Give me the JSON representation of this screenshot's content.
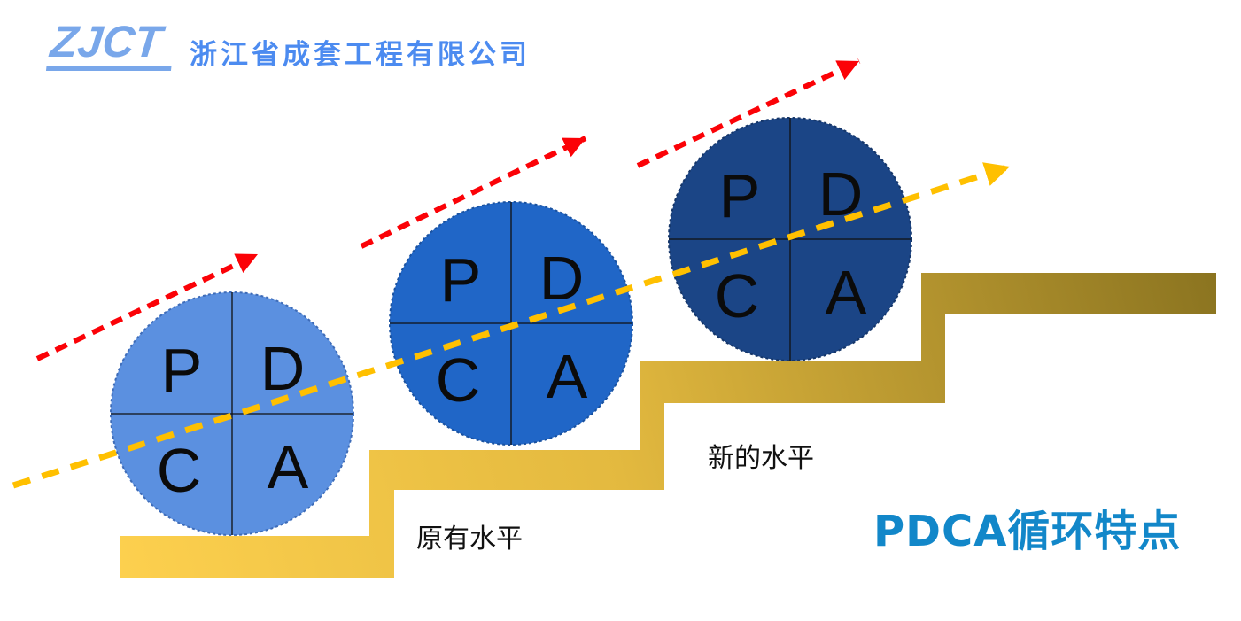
{
  "logo": {
    "abbr": "ZJCT",
    "company": "浙江省成套工程有限公司"
  },
  "heading": {
    "title": "PDCA循环特点",
    "color": "#1287C9"
  },
  "levels": {
    "original": "原有水平",
    "new": "新的水平"
  },
  "cycles": [
    {
      "id": "cycle-1",
      "fill": "#5B90E0",
      "border": "#3E6CB8",
      "quadrants": {
        "p": "P",
        "d": "D",
        "c": "C",
        "a": "A"
      }
    },
    {
      "id": "cycle-2",
      "fill": "#2066C7",
      "border": "#1A52A0",
      "quadrants": {
        "p": "P",
        "d": "D",
        "c": "C",
        "a": "A"
      }
    },
    {
      "id": "cycle-3",
      "fill": "#1B4586",
      "border": "#153669",
      "quadrants": {
        "p": "P",
        "d": "D",
        "c": "C",
        "a": "A"
      }
    }
  ],
  "arrows": {
    "red_color": "#FB0207",
    "yellow_color": "#FFC000"
  },
  "stairs": {
    "gradient_start": "#FDD04E",
    "gradient_end": "#8B7420"
  }
}
